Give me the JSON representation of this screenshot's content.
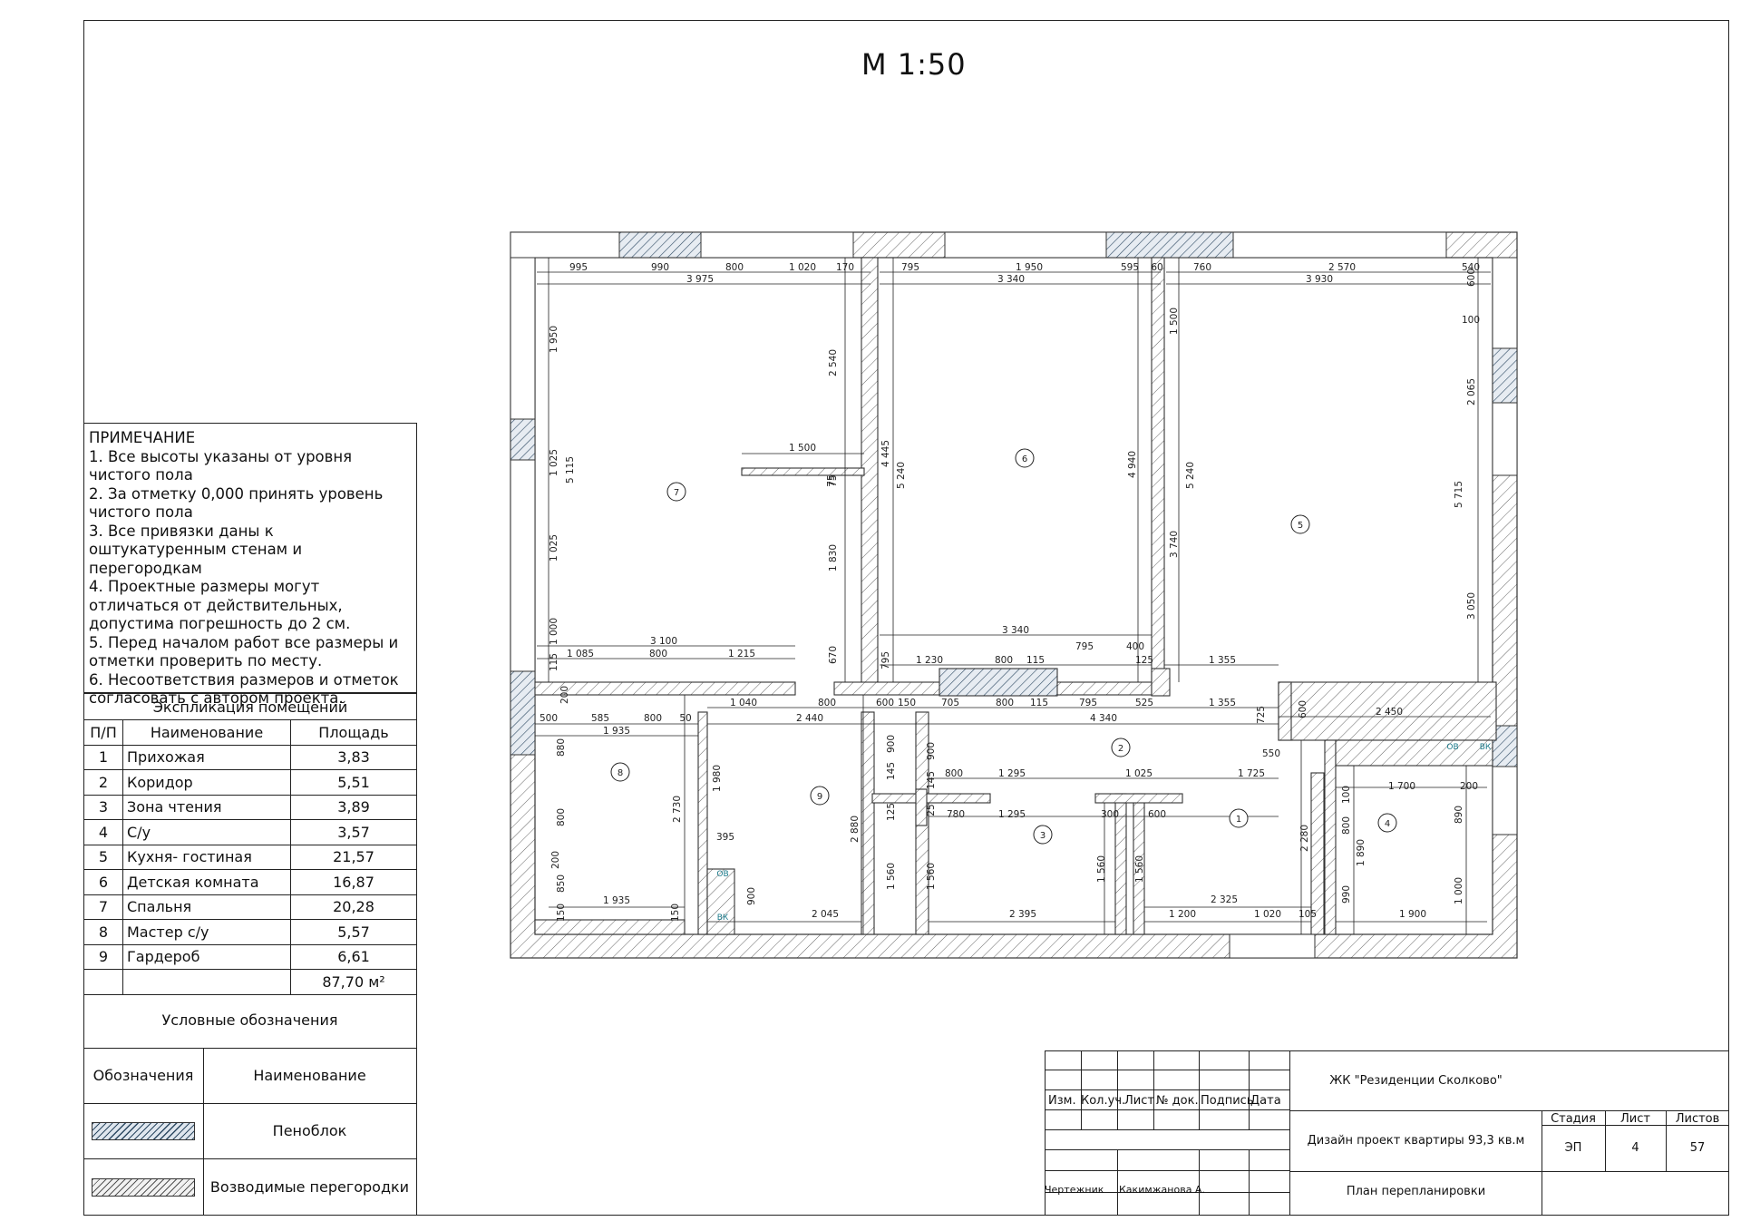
{
  "scale": "М 1:50",
  "notes": {
    "title": "ПРИМЕЧАНИЕ",
    "items": [
      "1. Все высоты указаны от уровня чистого пола",
      "2. За отметку 0,000 принять уровень чистого пола",
      "3. Все привязки даны к оштукатуренным стенам и перегородкам",
      "4. Проектные размеры могут отличаться от действительных, допустима погрешность до 2 см.",
      "5. Перед началом работ все размеры и отметки проверить по месту.",
      "6. Несоответствия размеров и отметок согласовать с автором проекта."
    ]
  },
  "explication": {
    "title": "Экспликация помещений",
    "headers": [
      "П/П",
      "Наименование",
      "Площадь"
    ],
    "rows": [
      [
        "1",
        "Прихожая",
        "3,83"
      ],
      [
        "2",
        "Коридор",
        "5,51"
      ],
      [
        "3",
        "Зона чтения",
        "3,89"
      ],
      [
        "4",
        "С/у",
        "3,57"
      ],
      [
        "5",
        "Кухня- гостиная",
        "21,57"
      ],
      [
        "6",
        "Детская комната",
        "16,87"
      ],
      [
        "7",
        "Спальня",
        "20,28"
      ],
      [
        "8",
        "Мастер с/у",
        "5,57"
      ],
      [
        "9",
        "Гардероб",
        "6,61"
      ],
      [
        "",
        "",
        "87,70 м²"
      ]
    ]
  },
  "legend": {
    "title": "Условные обозначения",
    "col1": "Обозначения",
    "col2": "Наименование",
    "items": [
      "Пеноблок",
      "Возводимые перегородки"
    ]
  },
  "stamp": {
    "project": "ЖК \"Резиденции Сколково\"",
    "cols": [
      "Изм.",
      "Кол.уч.",
      "Лист",
      "№ док.",
      "Подпись",
      "Дата"
    ],
    "description": "Дизайн проект квартиры 93,3 кв.м",
    "sheet_title": "План перепланировки",
    "stage_label": "Стадия",
    "sheet_label": "Лист",
    "sheets_label": "Листов",
    "stage": "ЭП",
    "sheet": "4",
    "sheets": "57",
    "drafter_label": "Чертежник",
    "drafter": "Какимжанова А."
  },
  "plan": {
    "room_numbers": [
      "1",
      "2",
      "3",
      "4",
      "5",
      "6",
      "7",
      "8",
      "9"
    ],
    "dims_top": [
      "995",
      "990",
      "800",
      "1 020",
      "170",
      "795",
      "1 950",
      "595",
      "60",
      "760",
      "2 570",
      "540"
    ],
    "dims_top2": [
      "3 975",
      "3 340",
      "3 930"
    ],
    "dims_mid": [
      "1 500",
      "3 100",
      "1 085",
      "800",
      "1 215",
      "3 340",
      "1 230",
      "800",
      "115",
      "795",
      "400",
      "125",
      "1 355"
    ],
    "dims_corr": [
      "1 040",
      "800",
      "600",
      "150",
      "705",
      "800",
      "115",
      "795",
      "525",
      "1 355",
      "2 440",
      "4 340",
      "2 450",
      "500",
      "585",
      "800",
      "50",
      "1 935"
    ],
    "dims_low": [
      "800",
      "1 295",
      "1 025",
      "1 725",
      "780",
      "1 295",
      "300",
      "600",
      "1 700",
      "200",
      "395",
      "2 045",
      "2 395",
      "2 325",
      "1 200",
      "1 020",
      "105",
      "1 900",
      "1 935"
    ],
    "dims_vert": [
      "1 950",
      "1 025",
      "5 115",
      "1 025",
      "1 000",
      "115",
      "200",
      "880",
      "800",
      "200",
      "850",
      "150",
      "2 540",
      "75",
      "1 830",
      "670",
      "4 445",
      "5 240",
      "795",
      "4 940",
      "1 500",
      "3 740",
      "5 240",
      "600",
      "2 065",
      "5 715",
      "3 050",
      "725",
      "600",
      "550",
      "100",
      "1 980",
      "2 730",
      "2 880",
      "900",
      "145",
      "125",
      "900",
      "145",
      "1 560",
      "25",
      "1 560",
      "1 560",
      "1 560",
      "2 280",
      "100",
      "800",
      "1 890",
      "990",
      "890",
      "1 000",
      "900",
      "75",
      "150"
    ],
    "labels_small": [
      "ОВ",
      "ВК",
      "ОВ",
      "ВК"
    ]
  }
}
